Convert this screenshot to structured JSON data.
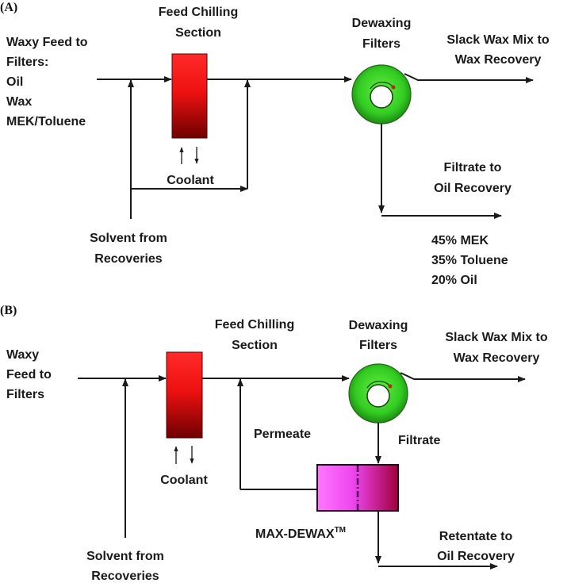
{
  "panel_a": {
    "label": "(A)",
    "feed_label": [
      "Waxy Feed to",
      "Filters:",
      "Oil",
      "Wax",
      "MEK/Toluene"
    ],
    "chiller_label": [
      "Feed Chilling",
      "Section"
    ],
    "filter_label": [
      "Dewaxing",
      "Filters"
    ],
    "slack_label": [
      "Slack Wax Mix to",
      "Wax Recovery"
    ],
    "filtrate_label": [
      "Filtrate to",
      "Oil Recovery"
    ],
    "coolant_label": "Coolant",
    "solvent_label": [
      "Solvent  from",
      "Recoveries"
    ],
    "composition": [
      "45% MEK",
      "35% Toluene",
      "20% Oil"
    ]
  },
  "panel_b": {
    "label": "(B)",
    "feed_label": [
      "Waxy",
      "Feed to",
      "Filters"
    ],
    "chiller_label": [
      "Feed Chilling",
      "Section"
    ],
    "filter_label": [
      "Dewaxing",
      "Filters"
    ],
    "slack_label": [
      "Slack Wax Mix to",
      "Wax Recovery"
    ],
    "permeate_label": "Permeate",
    "filtrate_label": "Filtrate",
    "coolant_label": "Coolant",
    "membrane_label": "MAX-DEWAX",
    "membrane_trademark": "TM",
    "retentate_label": [
      "Retentate to",
      "Oil Recovery"
    ],
    "solvent_label": [
      "Solvent  from",
      "Recoveries"
    ]
  },
  "colors": {
    "chiller_top": "#ff2a2a",
    "chiller_bottom": "#6e0000",
    "filter_green": "#33cc22",
    "filter_dark": "#1f8a14",
    "filter_dot": "#b03010",
    "membrane_left": "#ff66ff",
    "membrane_right": "#a0003a"
  }
}
